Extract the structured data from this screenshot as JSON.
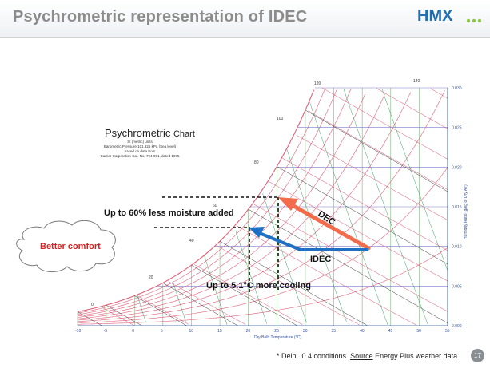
{
  "slide": {
    "title": "Psychrometric representation of IDEC",
    "logo": "HMX",
    "page_number": "17"
  },
  "chart": {
    "title_main": "Psychrometric",
    "title_sub": "Chart",
    "subtitle_lines": [
      "SI (metric) units",
      "Barometric Pressure 101.325 kPa (Sea level)",
      "based on data from",
      "Carrier Corporation Cat. No. 794-001, dated 1975"
    ],
    "x_axis_label": "Dry Bulb Temperature (°C)",
    "y_axis_label": "Humidity Ratio (g/kg of Dry Air)",
    "x_ticks": [
      "-10",
      "-5",
      "0",
      "5",
      "10",
      "15",
      "20",
      "25",
      "30",
      "35",
      "40",
      "45",
      "50",
      "55"
    ],
    "y_ticks": [
      "0.000",
      "0.005",
      "0.010",
      "0.015",
      "0.020",
      "0.025",
      "0.030"
    ]
  },
  "annotations": {
    "moisture": "Up to 60% less moisture added",
    "cooling": "Up to 5.1°C more cooling",
    "dec": "DEC",
    "idec": "IDEC",
    "cloud": "Better comfort"
  },
  "footnote": {
    "prefix": "* Delhi  0.4 conditions  ",
    "source_word": "Source",
    "suffix": " Energy Plus weather data"
  },
  "colors": {
    "dec_arrow": "#f26b4a",
    "idec_arrow": "#1f6fc4",
    "logo": "#1f6fb4",
    "comfort_text": "#e02020"
  }
}
